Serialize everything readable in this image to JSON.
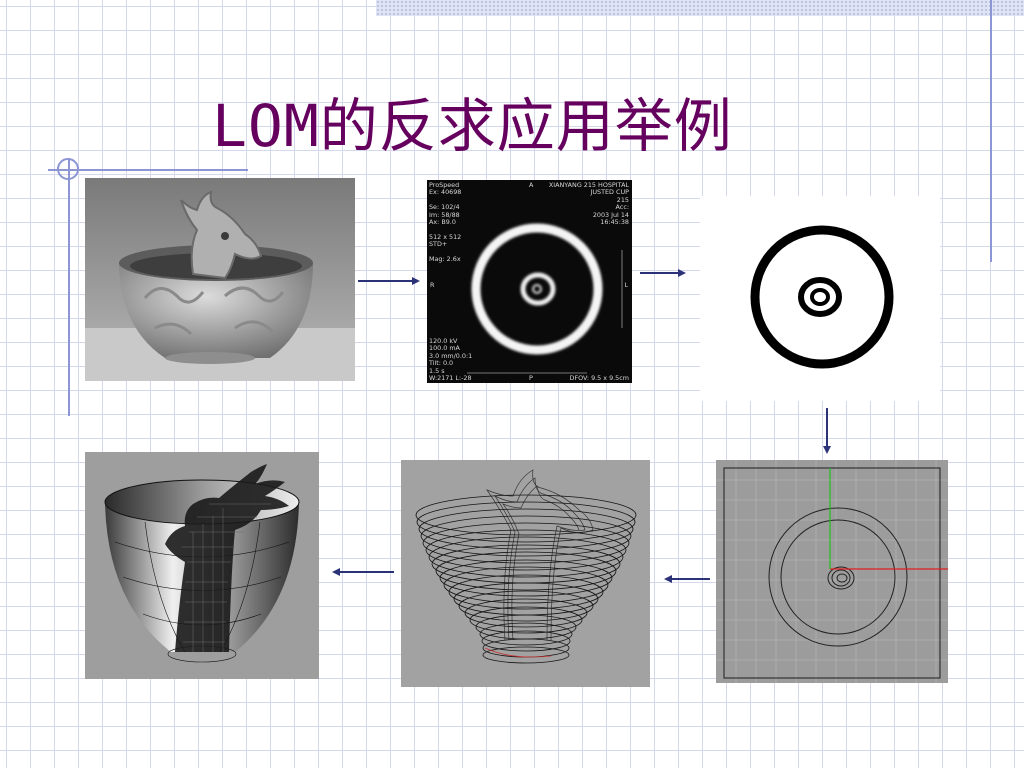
{
  "slide": {
    "title_latin": "LOM",
    "title_cjk": "的反求应用举例"
  },
  "ct_scan": {
    "top_left": "ProSpeed\nEx: 40698\n\nSe: 102/4\nIm: 58/88\nAx: B9.0\n\n512 x 512\nSTD+\n\nMag: 2.6x",
    "top_center": "A",
    "top_right": "XIANYANG 215 HOSPITAL\nJUSTED CUP\n215\nAcc:\n2003 Jul 14\n16:45:38",
    "left_marker": "R",
    "right_marker": "L",
    "bottom_left": "120.0 kV\n100.0 mA\n3.0 mm/0.0:1\nTilt: 0.0\n1.5 s\nW:2171 L:-28",
    "bottom_center": "P",
    "bottom_right": "DFOV: 9.5 x 9.5cm"
  },
  "colors": {
    "title": "#66005e",
    "grid": "#d4d8ec",
    "accent_line": "#8c96d4",
    "arrow": "#2b3278",
    "cad_background": "#9c9c9c",
    "cad_axis_x": "#e02020",
    "cad_axis_y": "#20c020"
  },
  "icons": {
    "flow_arrow": "arrow-icon"
  }
}
